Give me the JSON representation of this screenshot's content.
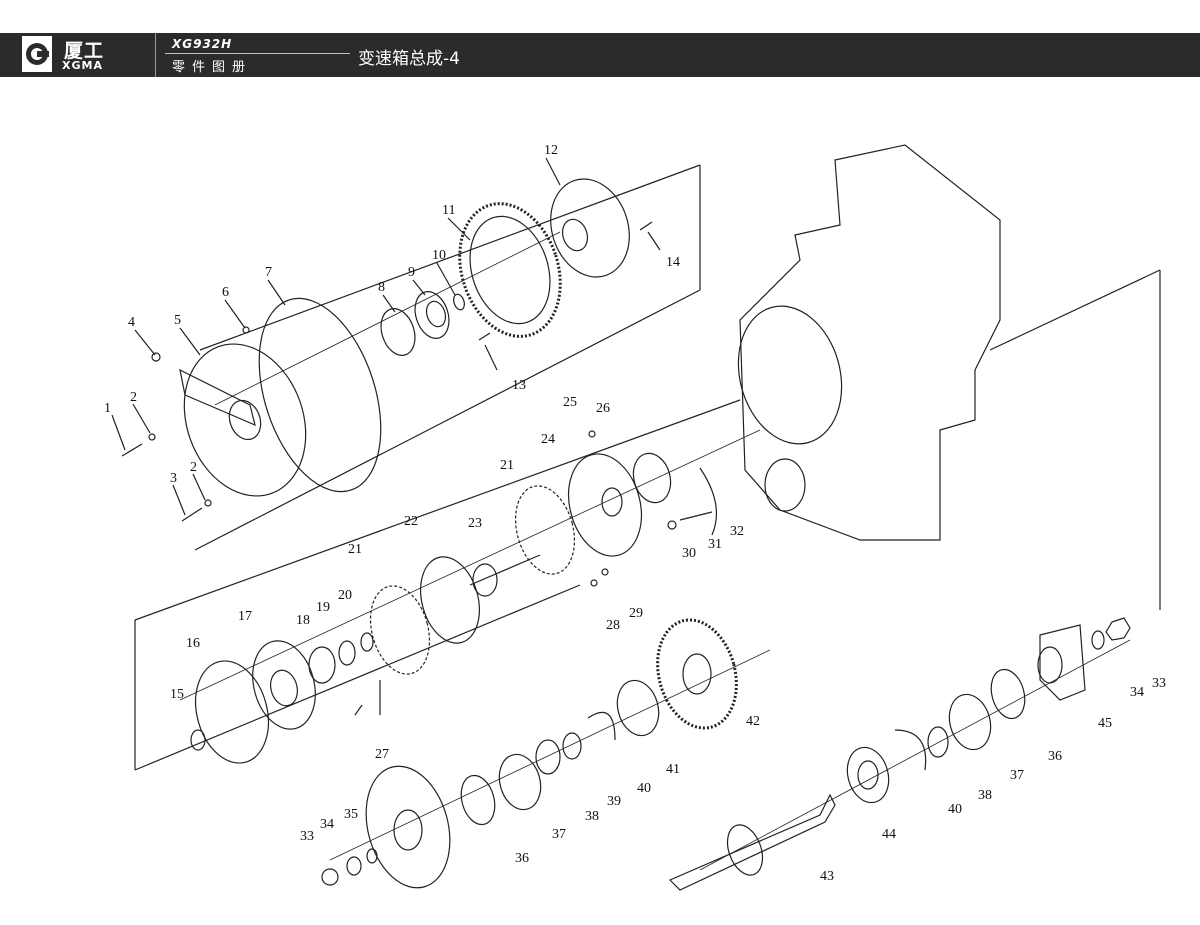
{
  "header": {
    "brand_cn": "厦工",
    "brand_en": "XGMA",
    "model": "XG932H",
    "catalog": "零件图册",
    "title": "变速箱总成-4"
  },
  "callouts": [
    "1",
    "2",
    "3",
    "2",
    "4",
    "5",
    "6",
    "7",
    "8",
    "9",
    "10",
    "11",
    "12",
    "13",
    "14",
    "15",
    "16",
    "17",
    "18",
    "19",
    "20",
    "21",
    "22",
    "23",
    "21",
    "24",
    "25",
    "26",
    "27",
    "28",
    "29",
    "30",
    "31",
    "32",
    "33",
    "34",
    "35",
    "36",
    "37",
    "38",
    "39",
    "40",
    "41",
    "42",
    "43",
    "44",
    "40",
    "38",
    "37",
    "36",
    "45",
    "34",
    "33"
  ]
}
